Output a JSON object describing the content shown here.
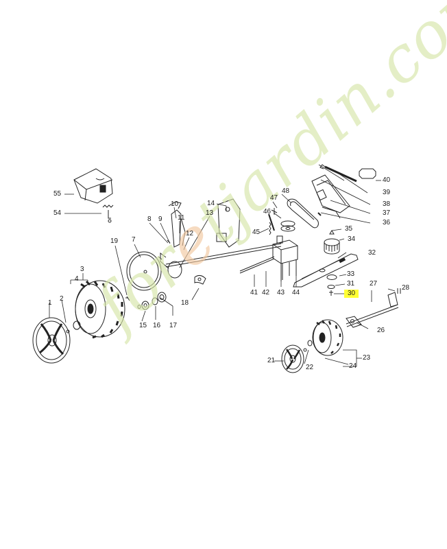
{
  "watermark": {
    "before": "for",
    "accent": "e",
    "after": "tjardin.com",
    "colors": {
      "main": "#d6e6a8",
      "accent": "#f2c9a0"
    }
  },
  "highlight_color": "#ffff33",
  "callouts": [
    {
      "id": "n1",
      "text": "1"
    },
    {
      "id": "n2",
      "text": "2"
    },
    {
      "id": "n3",
      "text": "3"
    },
    {
      "id": "n4",
      "text": "4"
    },
    {
      "id": "n7",
      "text": "7"
    },
    {
      "id": "n8",
      "text": "8"
    },
    {
      "id": "n9",
      "text": "9"
    },
    {
      "id": "n10",
      "text": "10"
    },
    {
      "id": "n11",
      "text": "11"
    },
    {
      "id": "n12",
      "text": "12"
    },
    {
      "id": "n13",
      "text": "13"
    },
    {
      "id": "n14",
      "text": "14"
    },
    {
      "id": "n15",
      "text": "15"
    },
    {
      "id": "n16",
      "text": "16"
    },
    {
      "id": "n17",
      "text": "17"
    },
    {
      "id": "n18",
      "text": "18"
    },
    {
      "id": "n19",
      "text": "19"
    },
    {
      "id": "n21",
      "text": "21"
    },
    {
      "id": "n22",
      "text": "22"
    },
    {
      "id": "n23",
      "text": "23"
    },
    {
      "id": "n24",
      "text": "24"
    },
    {
      "id": "n26",
      "text": "26"
    },
    {
      "id": "n27",
      "text": "27"
    },
    {
      "id": "n28",
      "text": "28"
    },
    {
      "id": "n30",
      "text": "30",
      "highlight": true
    },
    {
      "id": "n31",
      "text": "31"
    },
    {
      "id": "n32",
      "text": "32"
    },
    {
      "id": "n33",
      "text": "33"
    },
    {
      "id": "n34",
      "text": "34"
    },
    {
      "id": "n35",
      "text": "35"
    },
    {
      "id": "n36",
      "text": "36"
    },
    {
      "id": "n37",
      "text": "37"
    },
    {
      "id": "n38",
      "text": "38"
    },
    {
      "id": "n39",
      "text": "39"
    },
    {
      "id": "n40",
      "text": "40"
    },
    {
      "id": "n41",
      "text": "41"
    },
    {
      "id": "n42",
      "text": "42"
    },
    {
      "id": "n43",
      "text": "43"
    },
    {
      "id": "n44",
      "text": "44"
    },
    {
      "id": "n45",
      "text": "45"
    },
    {
      "id": "n46",
      "text": "46"
    },
    {
      "id": "n47",
      "text": "47"
    },
    {
      "id": "n48",
      "text": "48"
    },
    {
      "id": "n54",
      "text": "54"
    },
    {
      "id": "n55",
      "text": "55"
    }
  ]
}
